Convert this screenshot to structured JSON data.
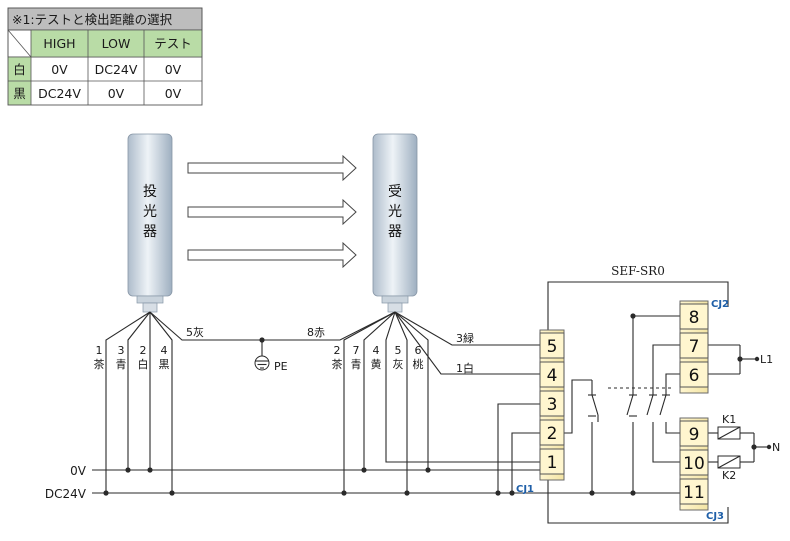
{
  "table": {
    "title": "※1:テストと検出距離の選択",
    "headers": [
      "HIGH",
      "LOW",
      "テスト"
    ],
    "rows": [
      {
        "label": "白",
        "values": [
          "0V",
          "DC24V",
          "0V"
        ]
      },
      {
        "label": "黒",
        "values": [
          "DC24V",
          "0V",
          "0V"
        ]
      }
    ]
  },
  "emitter": {
    "label": [
      "投",
      "光",
      "器"
    ]
  },
  "receiver": {
    "label": [
      "受",
      "光",
      "器"
    ]
  },
  "emitter_wires": [
    {
      "num": "1",
      "color": "茶"
    },
    {
      "num": "3",
      "color": "青"
    },
    {
      "num": "2",
      "color": "白"
    },
    {
      "num": "4",
      "color": "黒"
    }
  ],
  "receiver_wires": [
    {
      "num": "2",
      "color": "茶"
    },
    {
      "num": "7",
      "color": "青"
    },
    {
      "num": "4",
      "color": "黄"
    },
    {
      "num": "5",
      "color": "灰"
    },
    {
      "num": "6",
      "color": "桃"
    }
  ],
  "wire_labels": {
    "e5": "5灰",
    "r8": "8赤",
    "r3": "3緑",
    "r1": "1白"
  },
  "pe_label": "PE",
  "power": {
    "v0": "0V",
    "dc24": "DC24V"
  },
  "relay": {
    "name": "SEF-SR0",
    "cj1_label": "CJ1",
    "cj2_label": "CJ2",
    "cj3_label": "CJ3",
    "cj1_terminals": [
      "5",
      "4",
      "3",
      "2",
      "1"
    ],
    "cj2_terminals": [
      "8",
      "7",
      "6"
    ],
    "cj3_terminals": [
      "9",
      "10",
      "11"
    ]
  },
  "outputs": {
    "l1": "L1",
    "n": "N",
    "k1": "K1",
    "k2": "K2"
  }
}
